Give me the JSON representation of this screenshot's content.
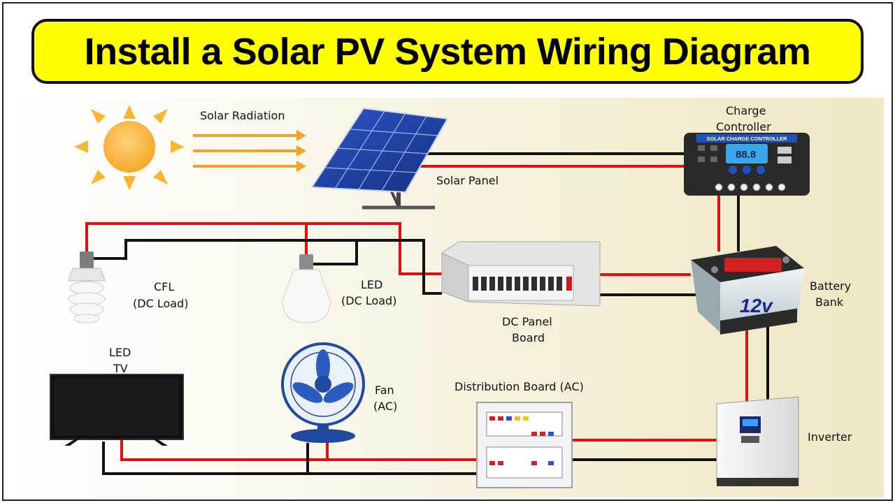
{
  "title": "Install a Solar PV System Wiring Diagram",
  "labels": {
    "solar_radiation": "Solar Radiation",
    "solar_panel": "Solar Panel",
    "charge_controller_line1": "Charge",
    "charge_controller_line2": "Controller",
    "battery_line1": "Battery",
    "battery_line2": "Bank",
    "cfl_line1": "CFL",
    "cfl_line2": "(DC Load)",
    "led_line1": "LED",
    "led_line2": "(DC Load)",
    "dc_board_line1": "DC Panel",
    "dc_board_line2": "Board",
    "led_tv_line1": "LED",
    "led_tv_line2": "TV",
    "fan_line1": "Fan",
    "fan_line2": "(AC)",
    "ac_board": "Distribution Board (AC)",
    "inverter": "Inverter"
  },
  "device_text": {
    "controller_header": "SOLAR CHARGE CONTROLLER",
    "controller_display": "88.8",
    "battery_voltage": "12v"
  },
  "colors": {
    "positive_wire": "#e01010",
    "negative_wire": "#111111",
    "banner": "#ffff00",
    "sun": "#f7b733",
    "panel": "#1f3fa6"
  }
}
